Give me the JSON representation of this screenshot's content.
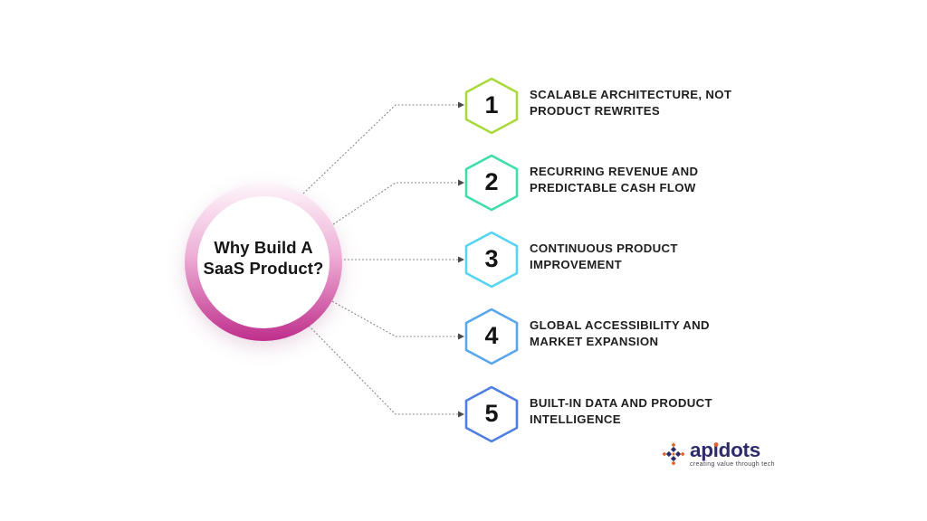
{
  "center": {
    "title_line1": "Why Build A",
    "title_line2": "SaaS Product?"
  },
  "items": [
    {
      "number": "1",
      "label_line1": "SCALABLE ARCHITECTURE, NOT",
      "label_line2": "PRODUCT REWRITES",
      "accent": "#a9da3c"
    },
    {
      "number": "2",
      "label_line1": "RECURRING REVENUE AND",
      "label_line2": "PREDICTABLE CASH FLOW",
      "accent": "#3ddfa8"
    },
    {
      "number": "3",
      "label_line1": "CONTINUOUS PRODUCT",
      "label_line2": "IMPROVEMENT",
      "accent": "#55d5f2"
    },
    {
      "number": "4",
      "label_line1": "GLOBAL ACCESSIBILITY AND",
      "label_line2": "MARKET EXPANSION",
      "accent": "#5aa6ec"
    },
    {
      "number": "5",
      "label_line1": "BUILT-IN DATA AND PRODUCT",
      "label_line2": "INTELLIGENCE",
      "accent": "#4f7fe0"
    }
  ],
  "logo": {
    "wordmark": "apidots",
    "brand_prefix": "ap",
    "brand_i": "ı",
    "brand_suffix": "dots",
    "tagline": "creating value through tech",
    "navy": "#2e2b6b",
    "orange": "#e2622b"
  },
  "colors": {
    "background": "#ffffff",
    "ring_top": "#fdf5fa",
    "ring_mid": "#eeb0d7",
    "ring_bottom": "#bf2e8c",
    "inner_circle": "#ffffff",
    "connector": "#8a8a8a",
    "arrow": "#4a4a4a",
    "text": "#1e1e1e"
  }
}
